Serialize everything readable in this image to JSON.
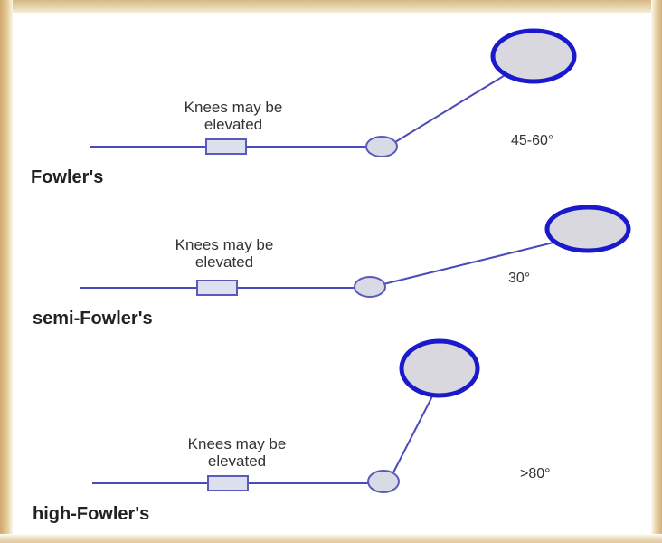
{
  "colors": {
    "line": "#4a4ab8",
    "head_stroke": "#1a1acc",
    "head_fill": "#d8d8de",
    "hip_fill": "#d8dae6",
    "hip_stroke": "#5a5ab8",
    "knee_fill": "#dde0ee",
    "text": "#333333"
  },
  "positions": [
    {
      "name": "Fowler's",
      "knee_label_line1": "Knees may be",
      "knee_label_line2": "elevated",
      "angle": "45-60°"
    },
    {
      "name": "semi-Fowler's",
      "knee_label_line1": "Knees may be",
      "knee_label_line2": "elevated",
      "angle": "30°"
    },
    {
      "name": "high-Fowler's",
      "knee_label_line1": "Knees may be",
      "knee_label_line2": "elevated",
      "angle": ">80°"
    }
  ]
}
